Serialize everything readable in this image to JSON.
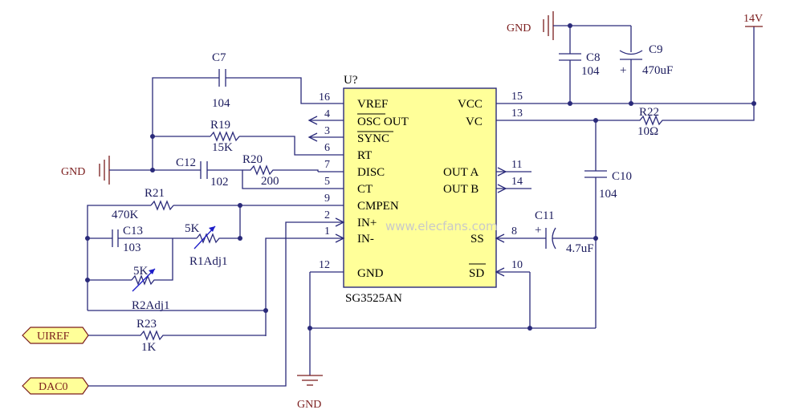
{
  "ic": {
    "designator": "U?",
    "part": "SG3525AN",
    "fill": "#ffff99",
    "left_pins": [
      {
        "num": "16",
        "name": "VREF"
      },
      {
        "num": "4",
        "name": "OSC OUT"
      },
      {
        "num": "3",
        "name": "SYNC"
      },
      {
        "num": "6",
        "name": "RT"
      },
      {
        "num": "7",
        "name": "DISC"
      },
      {
        "num": "5",
        "name": "CT"
      },
      {
        "num": "9",
        "name": "CMPEN"
      },
      {
        "num": "2",
        "name": "IN+"
      },
      {
        "num": "1",
        "name": "IN-"
      },
      {
        "num": "12",
        "name": "GND"
      }
    ],
    "right_pins": [
      {
        "num": "15",
        "name": "VCC"
      },
      {
        "num": "13",
        "name": "VC"
      },
      {
        "num": "11",
        "name": "OUT A"
      },
      {
        "num": "14",
        "name": "OUT B"
      },
      {
        "num": "8",
        "name": "SS"
      },
      {
        "num": "10",
        "name": "SD"
      }
    ]
  },
  "components": {
    "c7": {
      "ref": "C7",
      "value": "104"
    },
    "r19": {
      "ref": "R19",
      "value": "15K"
    },
    "c12": {
      "ref": "C12",
      "value": "102"
    },
    "r20": {
      "ref": "R20",
      "value": "200"
    },
    "r21": {
      "ref": "R21",
      "value": "470K"
    },
    "c13": {
      "ref": "C13",
      "value": "103"
    },
    "r1adj": {
      "ref": "R1Adj1",
      "value": "5K"
    },
    "r2adj": {
      "ref": "R2Adj1",
      "value": "5K"
    },
    "r23": {
      "ref": "R23",
      "value": "1K"
    },
    "c8": {
      "ref": "C8",
      "value": "104"
    },
    "c9": {
      "ref": "C9",
      "value": "470uF"
    },
    "r22": {
      "ref": "R22",
      "value": "10Ω"
    },
    "c10": {
      "ref": "C10",
      "value": "104"
    },
    "c11": {
      "ref": "C11",
      "value": "4.7uF"
    }
  },
  "power": {
    "gnd_label": "GND",
    "v14_label": "14V",
    "color": "#7a1c1c"
  },
  "ports": {
    "uiref": "UIREF",
    "dac0": "DAC0",
    "fill": "#ffff99"
  },
  "watermark": "www.elecfans.com"
}
